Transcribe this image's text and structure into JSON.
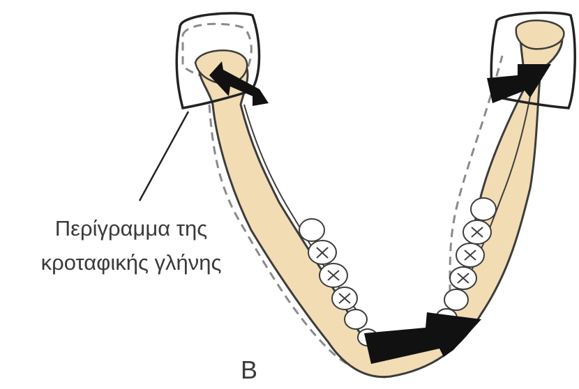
{
  "callout": {
    "line1": "Περίγραμμα της",
    "line2": "κροταφικής γλήνης"
  },
  "panel_letter": "B",
  "colors": {
    "bone": "#f2dcb3",
    "outline": "#3c3c3c",
    "ghost_outline": "#8a8a8a",
    "arrow": "#111111",
    "tooth": "#ffffff"
  }
}
